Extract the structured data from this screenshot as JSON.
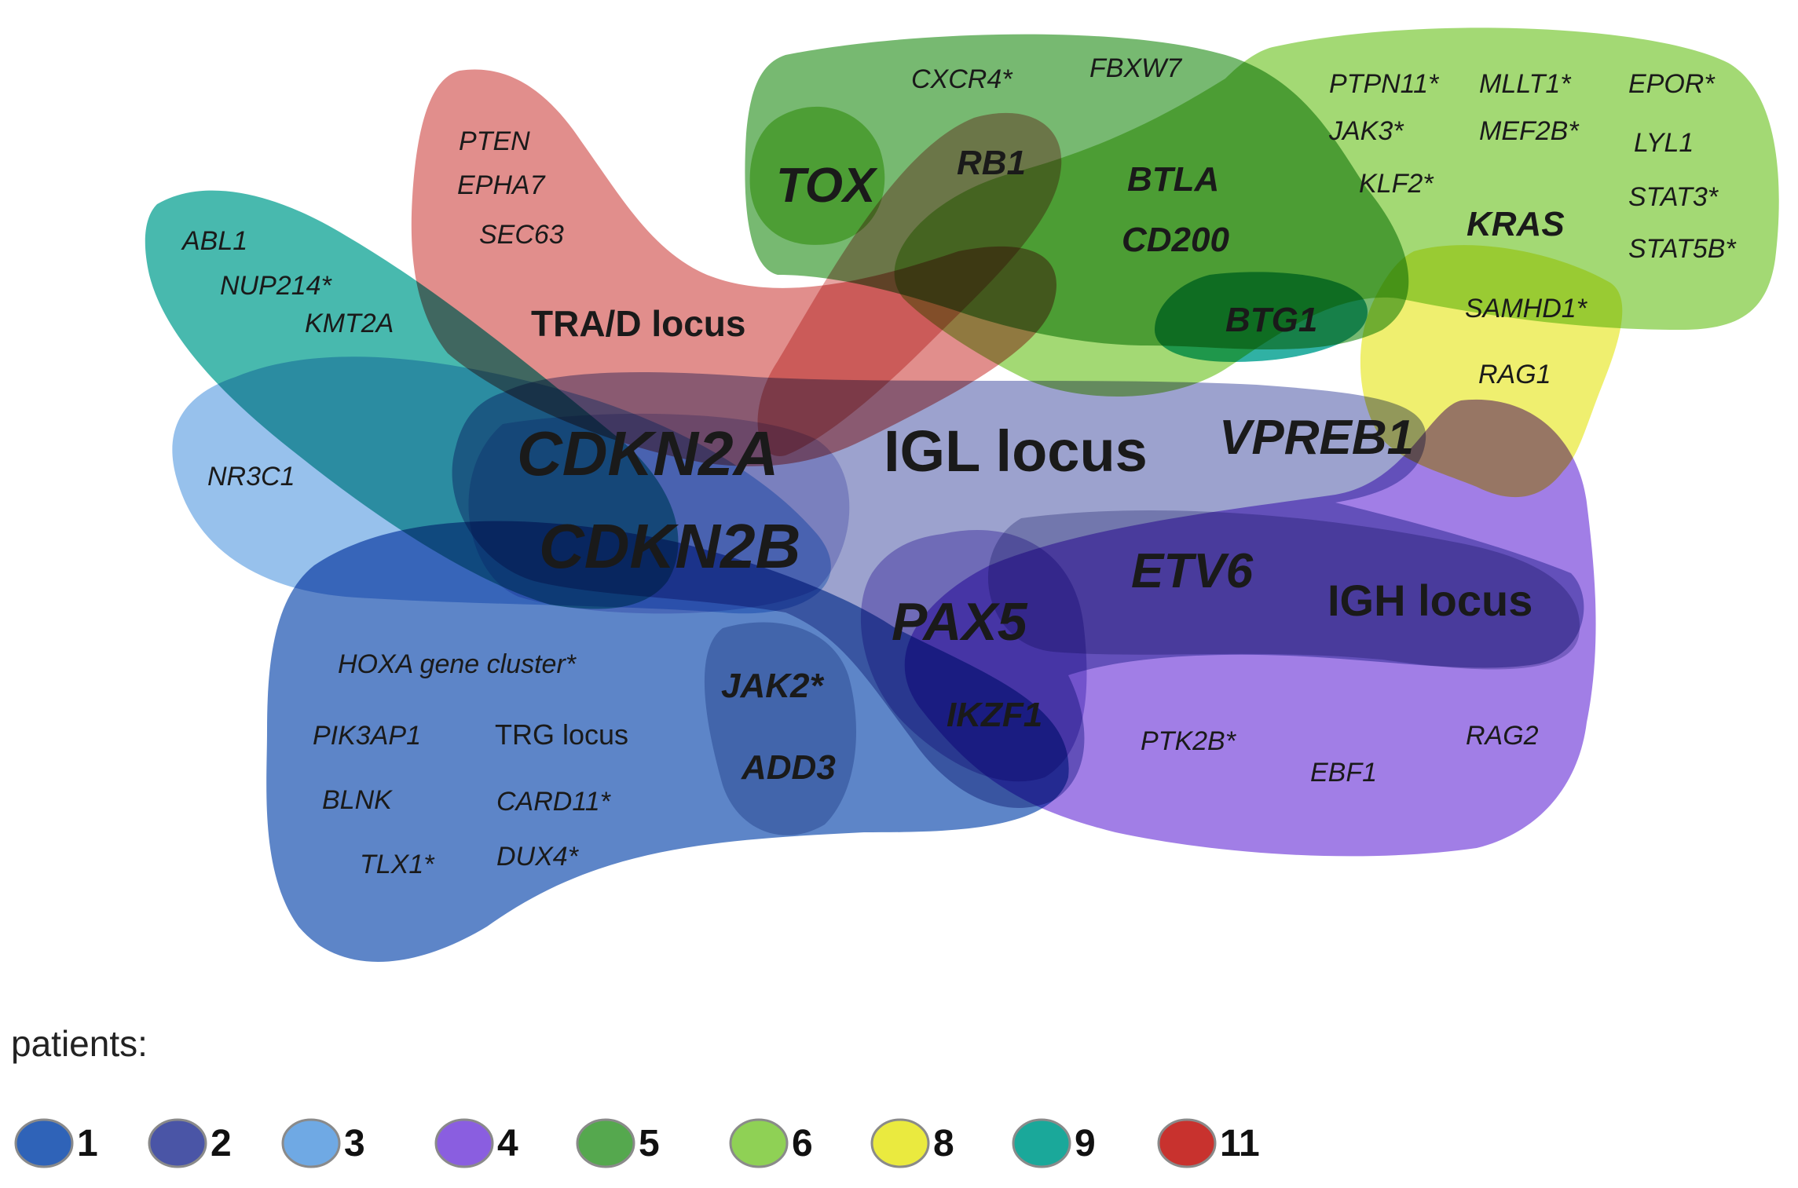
{
  "legend": {
    "title": "patients:",
    "items": [
      {
        "label": "1",
        "color": "#2f63b8"
      },
      {
        "label": "2",
        "color": "#4a55a6"
      },
      {
        "label": "3",
        "color": "#6fa9e4"
      },
      {
        "label": "4",
        "color": "#8a5ee0"
      },
      {
        "label": "5",
        "color": "#55a84e"
      },
      {
        "label": "6",
        "color": "#8fd155"
      },
      {
        "label": "8",
        "color": "#eaea3f"
      },
      {
        "label": "9",
        "color": "#1aa89a"
      },
      {
        "label": "11",
        "color": "#c8322e"
      }
    ]
  },
  "genes": {
    "cxcr4": "CXCR4*",
    "fbxw7": "FBXW7",
    "ptpn11": "PTPN11*",
    "mllt1": "MLLT1*",
    "epor": "EPOR*",
    "jak3": "JAK3*",
    "mef2b": "MEF2B*",
    "lyl1": "LYL1",
    "klf2": "KLF2*",
    "kras": "KRAS",
    "stat3": "STAT3*",
    "stat5b": "STAT5B*",
    "tox": "TOX",
    "rb1": "RB1",
    "btla": "BTLA",
    "cd200": "CD200",
    "btg1": "BTG1",
    "samhd1": "SAMHD1*",
    "rag1": "RAG1",
    "pten": "PTEN",
    "epha7": "EPHA7",
    "sec63": "SEC63",
    "abl1": "ABL1",
    "nup214": "NUP214*",
    "kmt2a": "KMT2A",
    "trad_locus": "TRA/D locus",
    "nr3c1": "NR3C1",
    "cdkn2a": "CDKN2A",
    "cdkn2b": "CDKN2B",
    "igl_locus": "IGL locus",
    "vpreb1": "VPREB1",
    "etv6": "ETV6",
    "igh_locus": "IGH locus",
    "pax5": "PAX5",
    "hoxa": "HOXA gene cluster*",
    "jak2": "JAK2*",
    "pik3ap1": "PIK3AP1",
    "trg_locus": "TRG locus",
    "blnk": "BLNK",
    "card11": "CARD11*",
    "tlx1": "TLX1*",
    "dux4": "DUX4*",
    "add3": "ADD3",
    "ikzf1": "IKZF1",
    "ptk2b": "PTK2B*",
    "ebf1": "EBF1",
    "rag2": "RAG2"
  }
}
